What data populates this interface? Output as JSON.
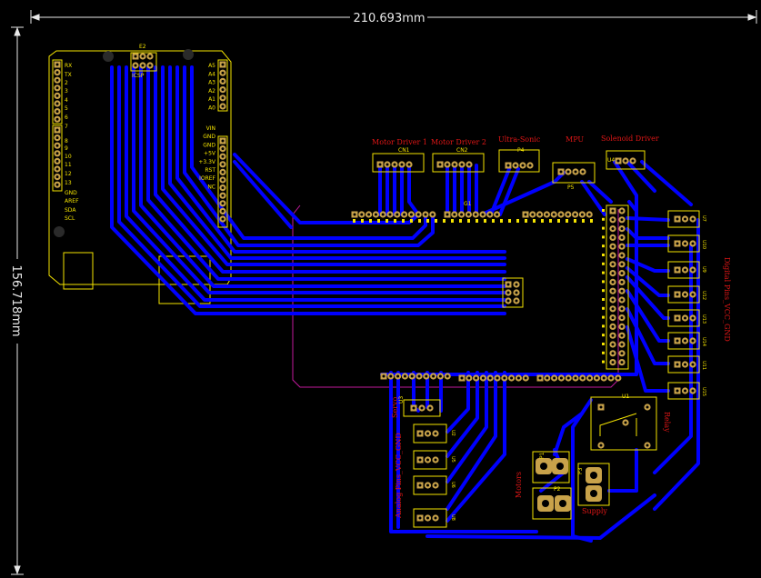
{
  "dimensions": {
    "width": "210.693mm",
    "height": "156.718mm"
  },
  "arduino": {
    "ref": "E2",
    "icsp": "ICSP",
    "left_pins": [
      "RX",
      "TX",
      "2",
      "3",
      "4",
      "5",
      "6",
      "7",
      "8",
      "9",
      "10",
      "11",
      "12",
      "13",
      "GND",
      "AREF",
      "SDA",
      "SCL"
    ],
    "right_pins_top": [
      "A5",
      "A4",
      "A3",
      "A2",
      "A1",
      "A0"
    ],
    "right_pins_bottom": [
      "VIN",
      "GND",
      "GND",
      "+5V",
      "+3.3V",
      "RST",
      "IOREF",
      "NC"
    ]
  },
  "connectors": {
    "cn1": {
      "ref": "CN1",
      "title": "Motor Driver 1"
    },
    "cn2": {
      "ref": "CN2",
      "title": "Motor Driver 2"
    },
    "p4": {
      "ref": "P4",
      "title": "Ultra-Sonic"
    },
    "p5": {
      "ref": "P5",
      "title": "MPU"
    },
    "u4": {
      "ref": "U4",
      "title": "Solenoid Driver"
    },
    "g1": {
      "ref": "G1"
    },
    "u1": {
      "ref": "U1",
      "title": "Relay"
    },
    "u3": {
      "ref": "U3",
      "title": "Servo"
    },
    "analog": {
      "title": "Analog Pins_VCC_GND",
      "refs": [
        "U2",
        "U5",
        "U6",
        "U8"
      ]
    },
    "digital": {
      "title": "Digital Pins_VCC_GND",
      "refs": [
        "U7",
        "U10",
        "U9",
        "U12",
        "U13",
        "U14",
        "U11",
        "U15"
      ]
    },
    "motors": {
      "title": "Motors",
      "refs": [
        "P1",
        "P2"
      ]
    },
    "supply": {
      "title": "Supply",
      "ref": "P3"
    }
  },
  "colors": {
    "background": "#000000",
    "trace": "#0000ff",
    "silkscreen": "#f5e400",
    "pad": "#c8a24a",
    "label": "#e01616",
    "outline": "#c21a9c",
    "dimension": "#e8e8e8"
  }
}
